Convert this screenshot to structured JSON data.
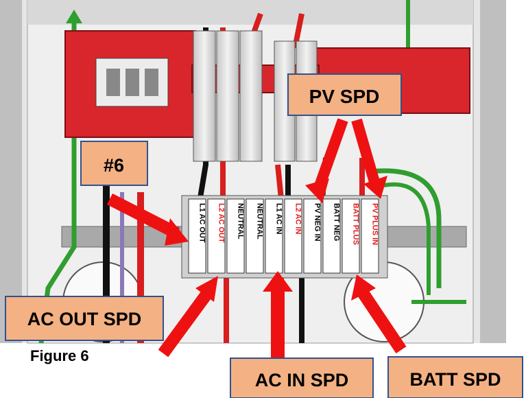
{
  "figure": {
    "caption": "Figure 6",
    "callouts": {
      "pv_spd": "PV SPD",
      "wire_gauge": "#6",
      "ac_out_spd": "AC OUT SPD",
      "ac_in_spd": "AC IN SPD",
      "batt_spd": "BATT SPD"
    },
    "terminals": [
      {
        "label": "L1 AC OUT",
        "color": "#000000"
      },
      {
        "label": "L2 AC OUT",
        "color": "#e31b1b"
      },
      {
        "label": "NEUTRAL",
        "color": "#000000"
      },
      {
        "label": "NEUTRAL",
        "color": "#000000"
      },
      {
        "label": "L1 AC IN",
        "color": "#000000"
      },
      {
        "label": "L2 AC IN",
        "color": "#e31b1b"
      },
      {
        "label": "PV NEG IN",
        "color": "#000000"
      },
      {
        "label": "BATT NEG",
        "color": "#000000"
      },
      {
        "label": "BATT PLUS",
        "color": "#e31b1b"
      },
      {
        "label": "PV PLUS IN",
        "color": "#e31b1b"
      }
    ],
    "colors": {
      "callout_fill": "#f4b183",
      "callout_border": "#2f528f",
      "arrow": "#ee1111",
      "bus_bar": "#d9262c",
      "ground_wire": "#2f9e2f"
    }
  }
}
